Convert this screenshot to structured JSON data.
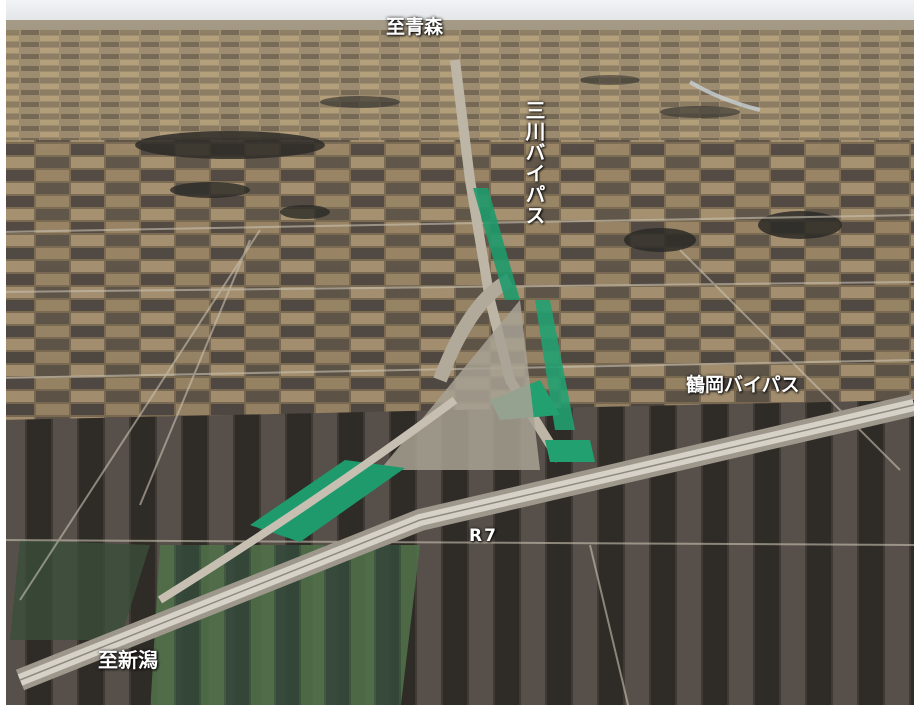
{
  "labels": {
    "to_aomori": "至青森",
    "mikawa_bypass": "三川バイパス",
    "tsuruoka_bypass": "鶴岡バイパス",
    "route7": "R7",
    "to_niigata": "至新潟"
  },
  "colors": {
    "sky": "#e9edf0",
    "field_dark": "#4a4036",
    "field_light": "#b9a27c",
    "green_cover": "#1f9a6c",
    "road": "#c8c3b8"
  }
}
